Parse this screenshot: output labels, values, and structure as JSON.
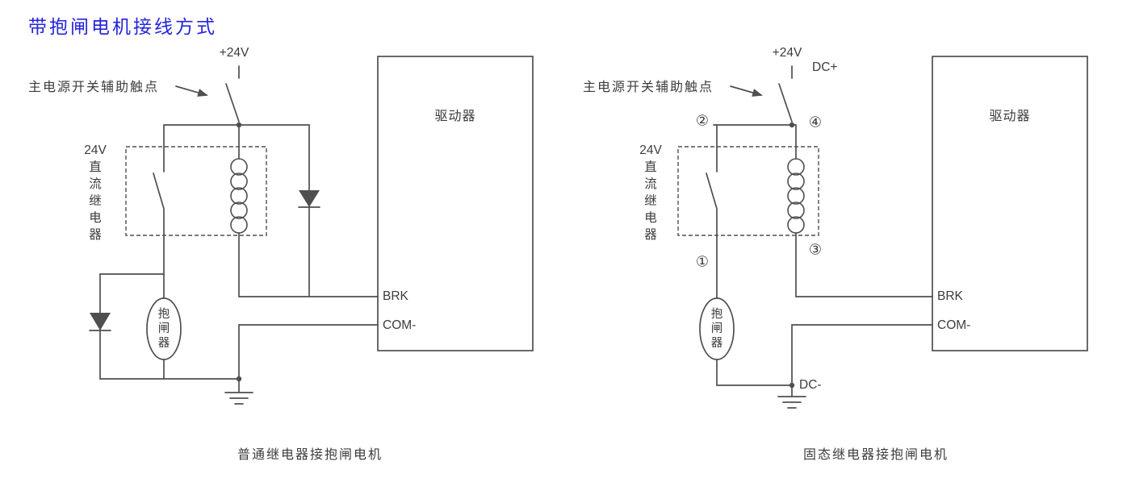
{
  "page": {
    "title": "带抱闸电机接线方式"
  },
  "left_diagram": {
    "caption": "普通继电器接抱闸电机",
    "supply_label": "+24V",
    "aux_contact_label": "主电源开关辅助触点",
    "relay_label": "24V\n直\n流\n继\n电\n器",
    "brake_label": "抱\n闸\n器",
    "driver_label": "驱动器",
    "brk_terminal": "BRK",
    "com_terminal": "COM-"
  },
  "right_diagram": {
    "caption": "固态继电器接抱闸电机",
    "supply_label": "+24V",
    "dc_plus_label": "DC+",
    "dc_minus_label": "DC-",
    "aux_contact_label": "主电源开关辅助触点",
    "relay_label": "24V\n直\n流\n继\n电\n器",
    "brake_label": "抱\n闸\n器",
    "driver_label": "驱动器",
    "brk_terminal": "BRK",
    "com_terminal": "COM-",
    "terminal_1": "①",
    "terminal_2": "②",
    "terminal_3": "③",
    "terminal_4": "④"
  },
  "colors": {
    "line": "#4f4f4f",
    "text": "#3c3c3c",
    "title": "#2424dd"
  }
}
